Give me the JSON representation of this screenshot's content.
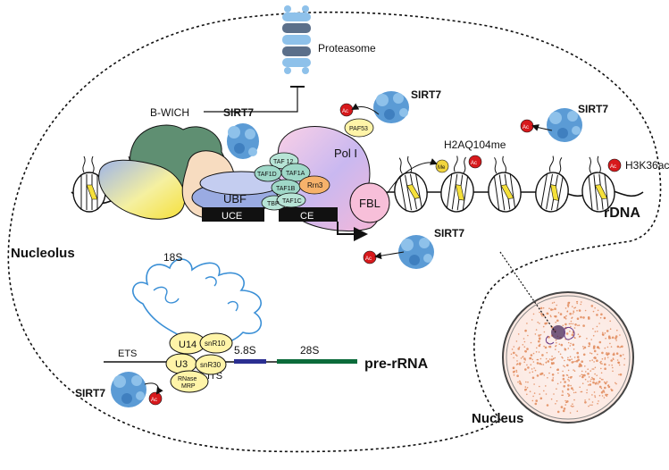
{
  "labels": {
    "proteasome": "Proteasome",
    "b_wich": "B-WICH",
    "sirt7": "SIRT7",
    "ubf": "UBF",
    "uce": "UCE",
    "ce": "CE",
    "tbp": "TBP",
    "taf12": "TAF 12",
    "taf1d": "TAF1D",
    "taf1a": "TAF1A",
    "taf1b": "TAF1B",
    "taf1c": "TAF1C",
    "rrn3": "Rrn3",
    "pol1": "Pol I",
    "paf53": "PAF53",
    "fbl": "FBL",
    "h2aq104me": "H2AQ104me",
    "h3k36ac": "H3K36ac",
    "rdna": "rDNA",
    "nucleolus": "Nucleolus",
    "nucleus": "Nucleus",
    "r18s": "18S",
    "r58s": "5.8S",
    "r28s": "28S",
    "pre_rrna": "pre-rRNA",
    "ets": "ETS",
    "its": "ITS",
    "u14": "U14",
    "u3": "U3",
    "snr10": "snR10",
    "snr30": "snR30",
    "rnase": "RNase",
    "mrp": "MRP",
    "ac": "Ac",
    "me": "Me"
  },
  "colors": {
    "sirt7": "#5b9bd5",
    "acetyl": "#d7191c",
    "methyl": "#f2d53c",
    "chromatin_yellow": "#f5e03a",
    "ubf": "#a9b7e6",
    "dna_block": "#111111",
    "taf": "#9fd8c8",
    "rrn3": "#f6b26b",
    "pol1": "#f4b6d6",
    "fbl": "#f7bfd9",
    "snorna": "#fff4a8",
    "rrna_18s": "#3a8fd6",
    "rrna_58s": "#2b2f91",
    "rrna_28s": "#0b6b3a",
    "nucleus_dots": "#e08a5b"
  }
}
